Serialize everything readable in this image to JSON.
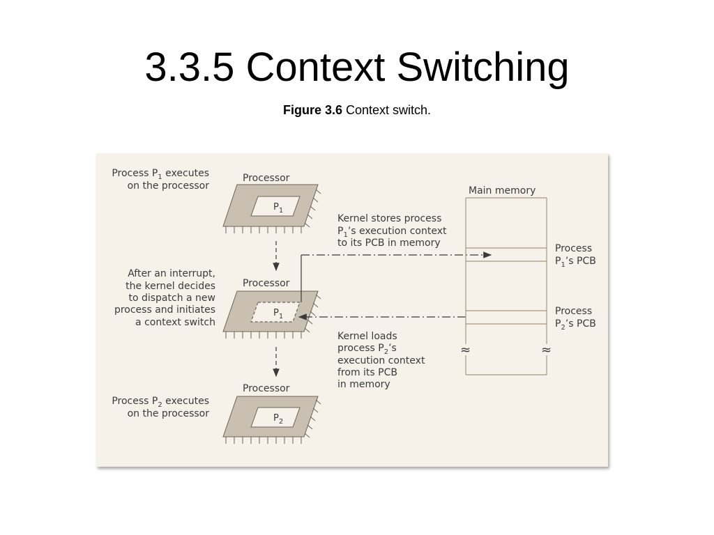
{
  "slide": {
    "title": "3.3.5 Context Switching",
    "caption_bold": "Figure 3.6",
    "caption_text": " Context switch."
  },
  "figure": {
    "processor_label": "Processor",
    "main_memory_label": "Main memory",
    "left_notes": {
      "p1_line1": "Process P",
      "p1_sub": "1",
      "p1_line1_tail": " executes",
      "p1_line2": "on the processor",
      "interrupt_lines": [
        "After an interrupt,",
        "the kernel decides",
        "to dispatch a new",
        "process and initiates",
        "a context switch"
      ],
      "p2_line1": "Process P",
      "p2_sub": "2",
      "p2_line1_tail": " executes",
      "p2_line2": "on the processor"
    },
    "chips": [
      {
        "label": "P",
        "sub": "1"
      },
      {
        "label": "P",
        "sub": "1"
      },
      {
        "label": "P",
        "sub": "2"
      }
    ],
    "store_note": {
      "line1": "Kernel stores process",
      "line2_pre": "P",
      "line2_sub": "1",
      "line2_post": "’s execution context",
      "line3": "to its PCB in memory"
    },
    "load_note": {
      "line1": "Kernel loads",
      "line2_pre": "process P",
      "line2_sub": "2",
      "line2_post": "’s",
      "line3": "execution context",
      "line4": "from its PCB",
      "line5": "in memory"
    },
    "pcb1": {
      "line1": "Process",
      "line2_pre": "P",
      "line2_sub": "1",
      "line2_post": "’s PCB"
    },
    "pcb2": {
      "line1": "Process",
      "line2_pre": "P",
      "line2_sub": "2",
      "line2_post": "’s PCB"
    },
    "break_symbol": "≈",
    "colors": {
      "panel": "#f6f2ea",
      "chip_frame": "#c9c0b2",
      "chip_edge": "#6b6257",
      "text": "#3a3a3a",
      "memory_line": "#a9967c"
    }
  }
}
